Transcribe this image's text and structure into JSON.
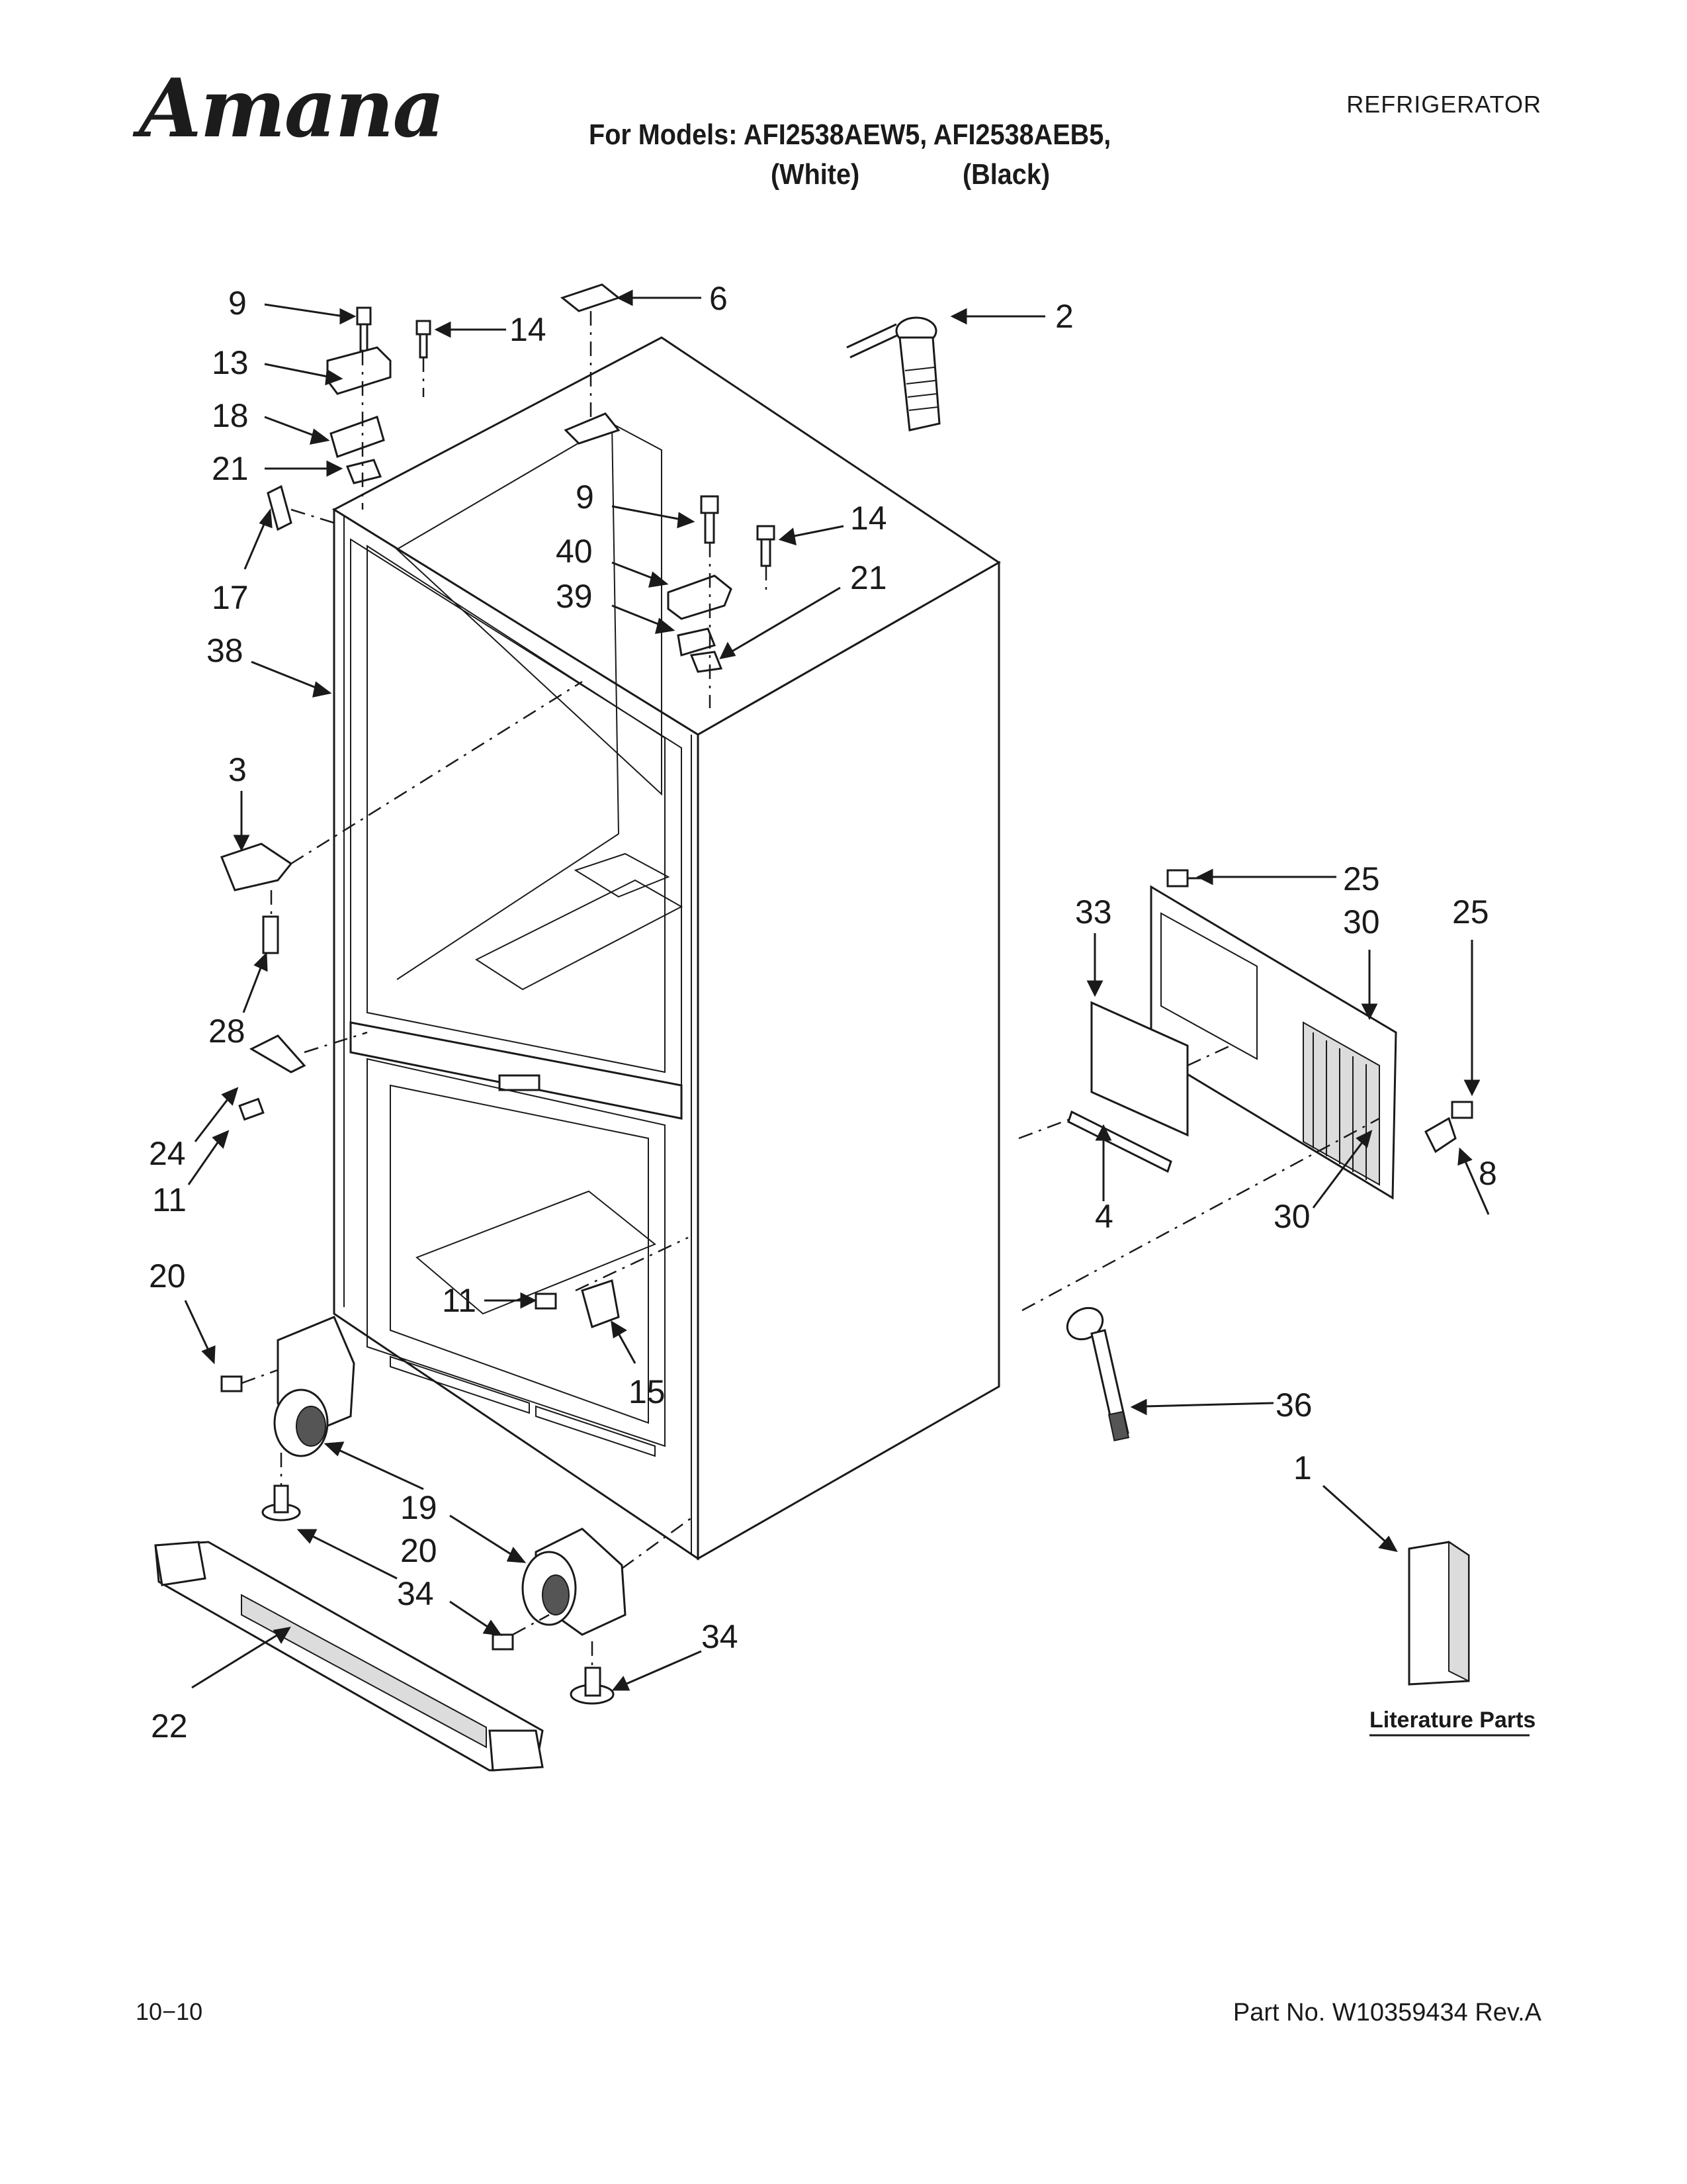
{
  "header": {
    "brand": "Amana",
    "category": "REFRIGERATOR",
    "models_line": "For Models: AFI2538AEW5, AFI2538AEB5,",
    "color_white": "(White)",
    "color_black": "(Black)"
  },
  "footer": {
    "date_code": "10−10",
    "part_number": "Part No. W10359434 Rev.A"
  },
  "diagram": {
    "callouts": [
      "9",
      "14",
      "6",
      "2",
      "13",
      "18",
      "21",
      "17",
      "38",
      "9",
      "14",
      "40",
      "39",
      "21",
      "3",
      "28",
      "24",
      "11",
      "20",
      "11",
      "15",
      "19",
      "20",
      "34",
      "22",
      "34",
      "33",
      "25",
      "30",
      "25",
      "8",
      "4",
      "30",
      "36",
      "1"
    ],
    "literature_label": "Literature Parts"
  },
  "colors": {
    "ink": "#1a1a1a",
    "paper": "#ffffff"
  }
}
